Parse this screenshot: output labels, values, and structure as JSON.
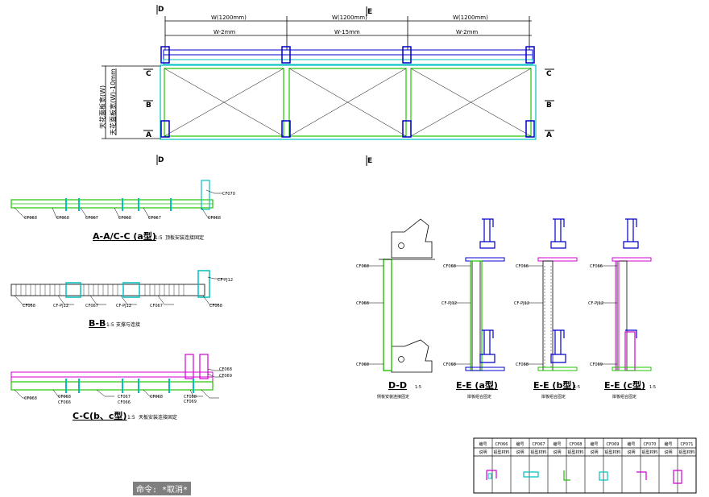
{
  "section_markers": {
    "D": "D",
    "E": "E",
    "C": "C",
    "B": "B",
    "A": "A"
  },
  "top_dims": {
    "w1": "W(1200mm)",
    "w2": "W(1200mm)",
    "w3": "W(1200mm)",
    "s1": "W-2mm",
    "s2": "W-15mm",
    "s3": "W-2mm"
  },
  "side_labels": {
    "l1": "天花面板宽(W)",
    "l2": "天花面板宽(W)-10mm"
  },
  "plans": {
    "aa": {
      "title": "A-A/C-C (a型)",
      "scale": "1:5",
      "note": "顶板安装连接固定",
      "tags": [
        "CF068",
        "CF068",
        "CF067",
        "CF068",
        "CF067",
        "CF068",
        "CF070"
      ]
    },
    "bb": {
      "title": "B-B",
      "scale": "1:5",
      "note": "支撑与连接",
      "tags": [
        "CF068",
        "CF-PJ12",
        "CF067",
        "CF-PJ12",
        "CF067",
        "CF068",
        "CF-PJ12"
      ]
    },
    "cc": {
      "title": "C-C(b、c型)",
      "scale": "1:5",
      "note": "天板安装连接固定",
      "tags": [
        "CF068",
        "CF068",
        "CF066",
        "CF067",
        "CF066",
        "CF068",
        "CF068",
        "CF069",
        "CF068",
        "CF069"
      ]
    }
  },
  "details": {
    "dd": {
      "title": "D-D",
      "scale": "1:5",
      "note": "侧板安装连接固定",
      "tags": [
        "CF068",
        "CF068",
        "CF068"
      ]
    },
    "ea": {
      "title": "E-E (a型)",
      "scale": "",
      "note": "岸板组合固定",
      "tags": [
        "CF068",
        "CF-PJ12",
        "CF068"
      ]
    },
    "eb": {
      "title": "E-E (b型)",
      "scale": "1:5",
      "note": "岸板组合固定",
      "tags": [
        "CF066",
        "CF-PJ12",
        "CF068"
      ]
    },
    "ec": {
      "title": "E-E (c型)",
      "scale": "1:5",
      "note": "岸板组合固定",
      "tags": [
        "CF066",
        "CF-PJ12",
        "CF069"
      ]
    }
  },
  "legend": {
    "row1": [
      "编号",
      "CF066",
      "编号",
      "CF067",
      "编号",
      "CF068",
      "编号",
      "CF069",
      "编号",
      "CF070",
      "编号",
      "CF071"
    ],
    "row2": [
      "说明",
      "铝型材料",
      "说明",
      "铝型材料",
      "说明",
      "铝型材料",
      "说明",
      "铝型材料",
      "说明",
      "铝型材料",
      "说明",
      "铝型材料"
    ]
  },
  "command_line": "命令: *取消*",
  "colors": {
    "green": "#22c400",
    "cyan": "#00c0c0",
    "blue": "#0000cc",
    "magenta": "#d000d0",
    "black": "#000000"
  }
}
